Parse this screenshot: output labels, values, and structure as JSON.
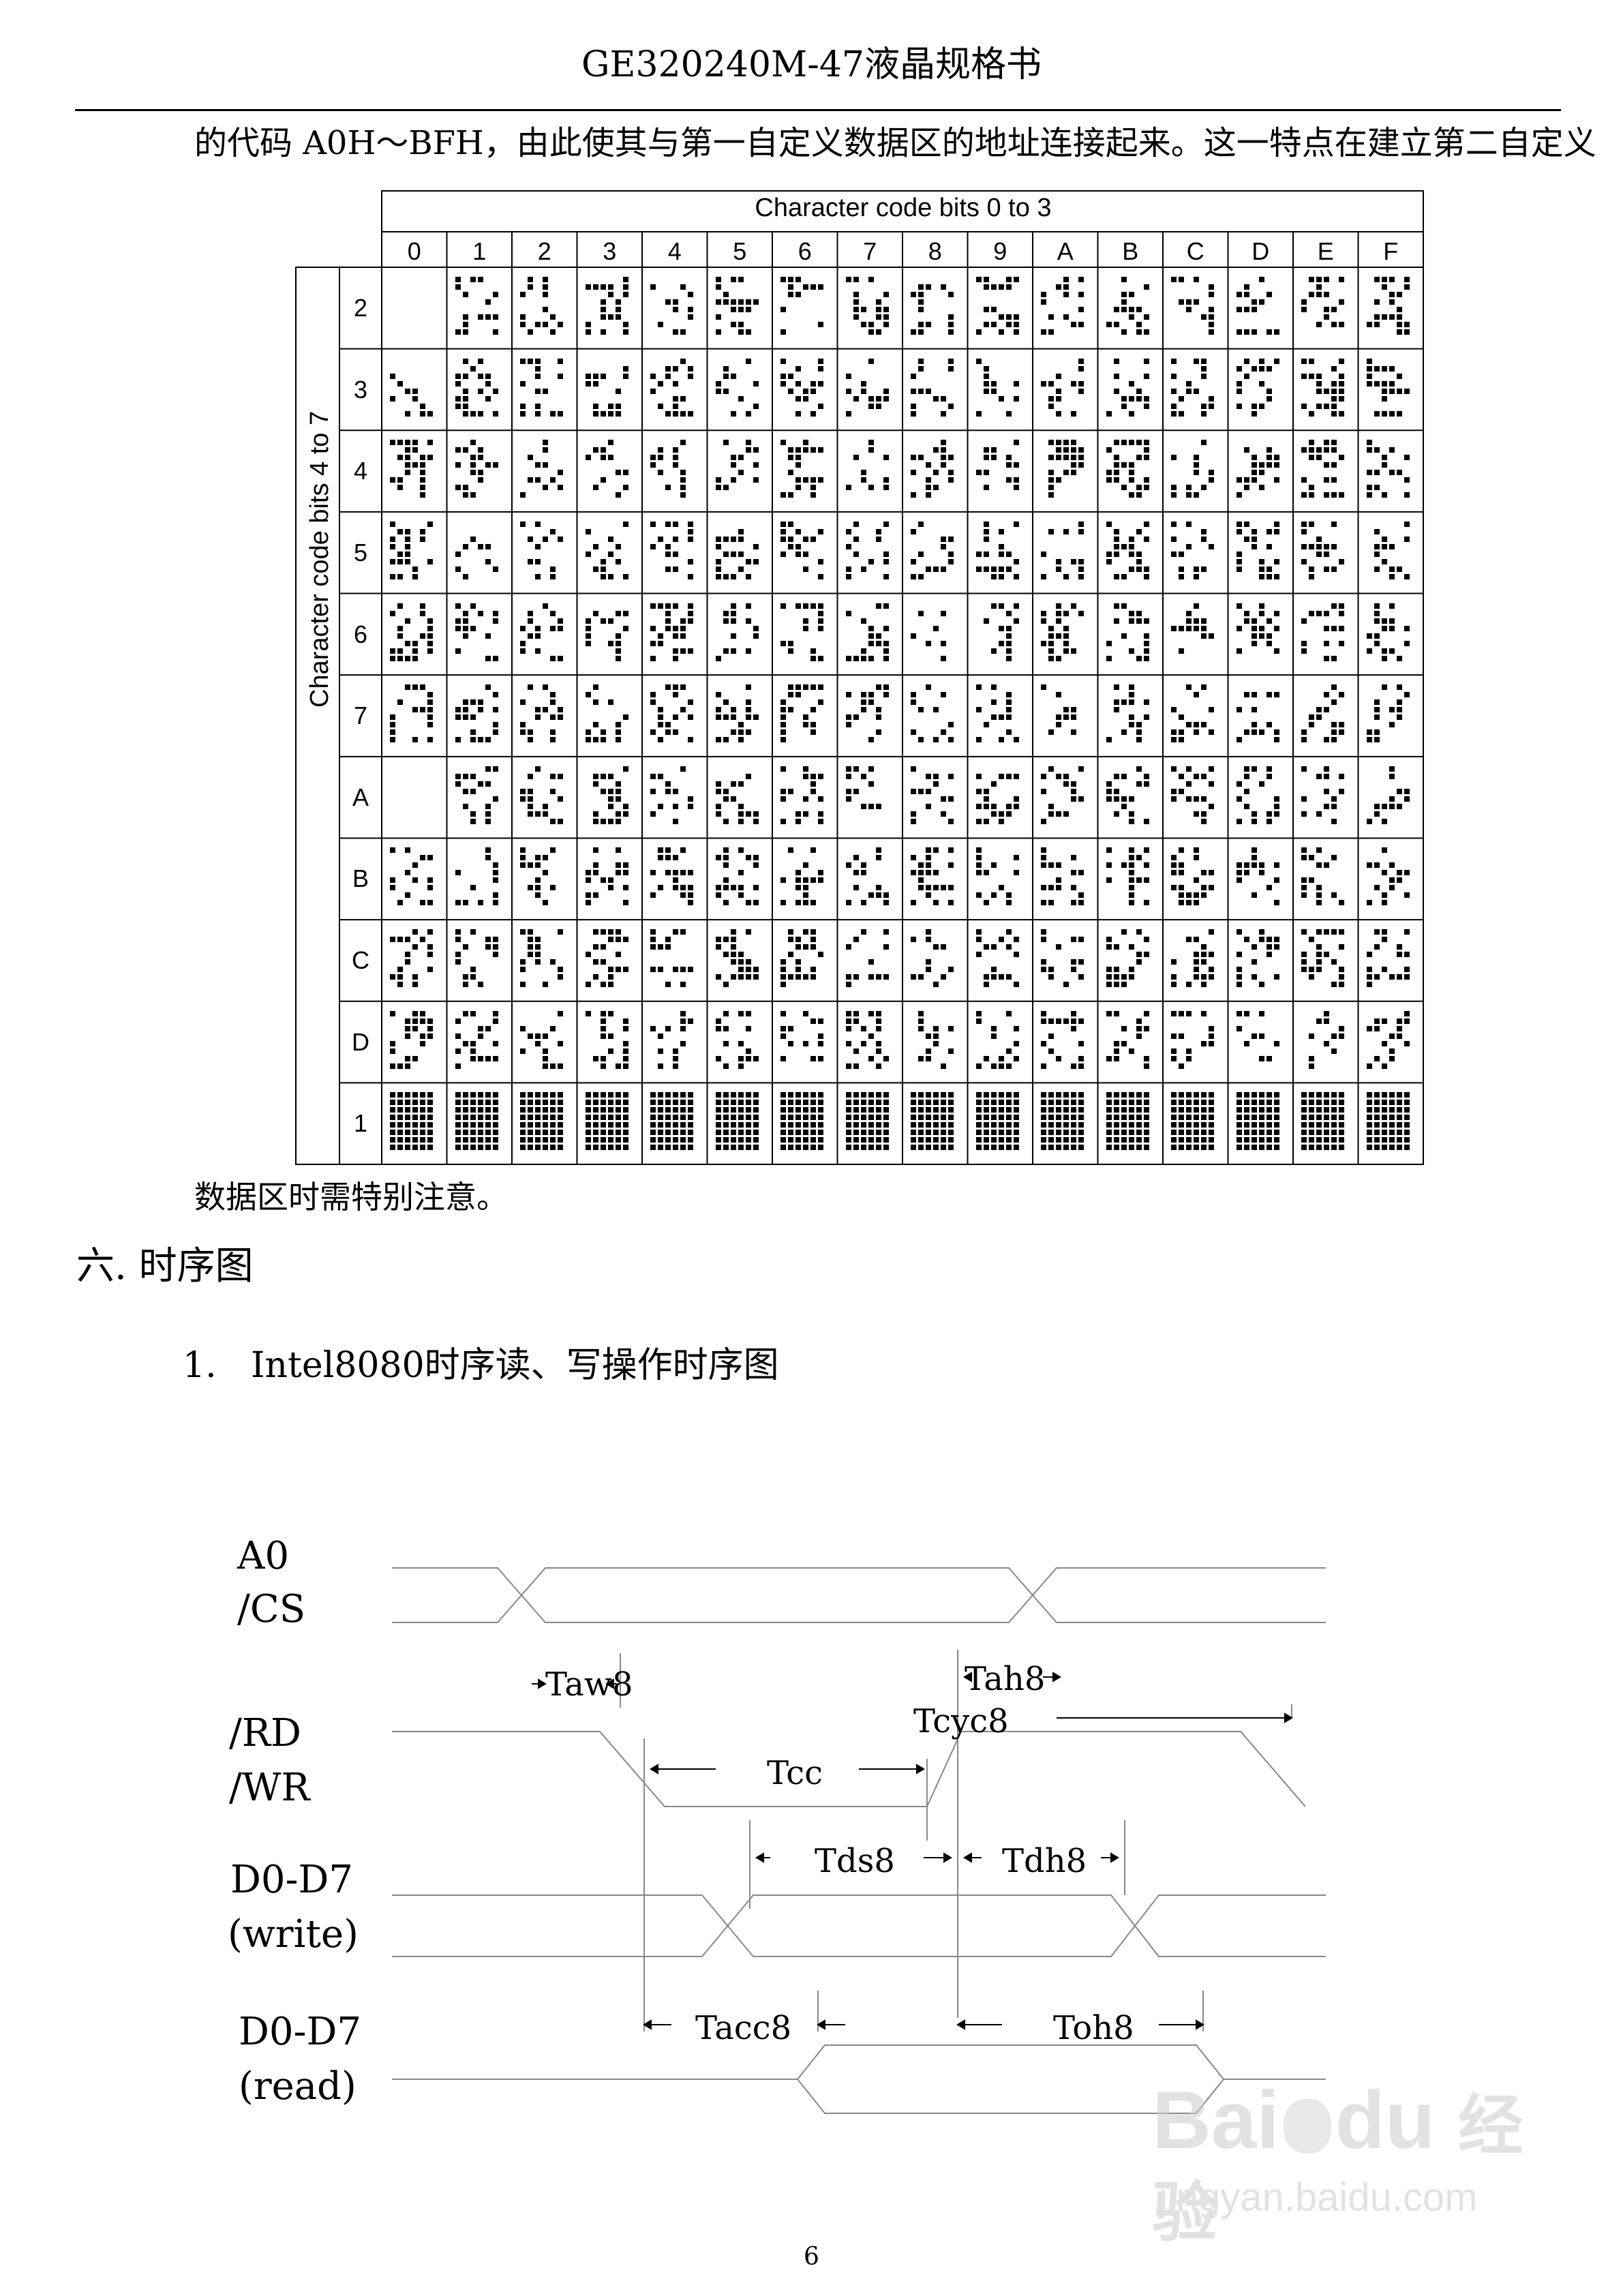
{
  "header": {
    "title": "GE320240M-47液晶规格书"
  },
  "intro_text": "的代码 A0H～BFH，由此使其与第一自定义数据区的地址连接起来。这一特点在建立第二自定义",
  "char_table": {
    "col_title": "Character code bits 0 to 3",
    "row_title": "Character code bits 4 to 7",
    "columns": [
      "0",
      "1",
      "2",
      "3",
      "4",
      "5",
      "6",
      "7",
      "8",
      "9",
      "A",
      "B",
      "C",
      "D",
      "E",
      "F"
    ],
    "rows": [
      "2",
      "3",
      "4",
      "5",
      "6",
      "7",
      "A",
      "B",
      "C",
      "D",
      "1"
    ]
  },
  "after_table_text": "数据区时需特别注意。",
  "section_title": "六. 时序图",
  "subsection": {
    "number": "1.",
    "title": "Intel8080时序读、写操作时序图"
  },
  "timing": {
    "signals": {
      "a0": "A0",
      "cs": "/CS",
      "rd": "/RD",
      "wr": "/WR",
      "d_write": "D0-D7",
      "d_write_sub": "(write)",
      "d_read": "D0-D7",
      "d_read_sub": "(read)"
    },
    "labels": {
      "taw": "Taw8",
      "tah": "Tah8",
      "tcyc": "Tcyc8",
      "tcc": "Tcc",
      "tds": "Tds8",
      "tdh": "Tdh8",
      "tacc": "Tacc8",
      "toh": "Toh8"
    }
  },
  "watermark": {
    "brand": "Bai",
    "brand2": "du",
    "cn": "经验",
    "url": "jingyan.baidu.com"
  },
  "page_number": "6"
}
